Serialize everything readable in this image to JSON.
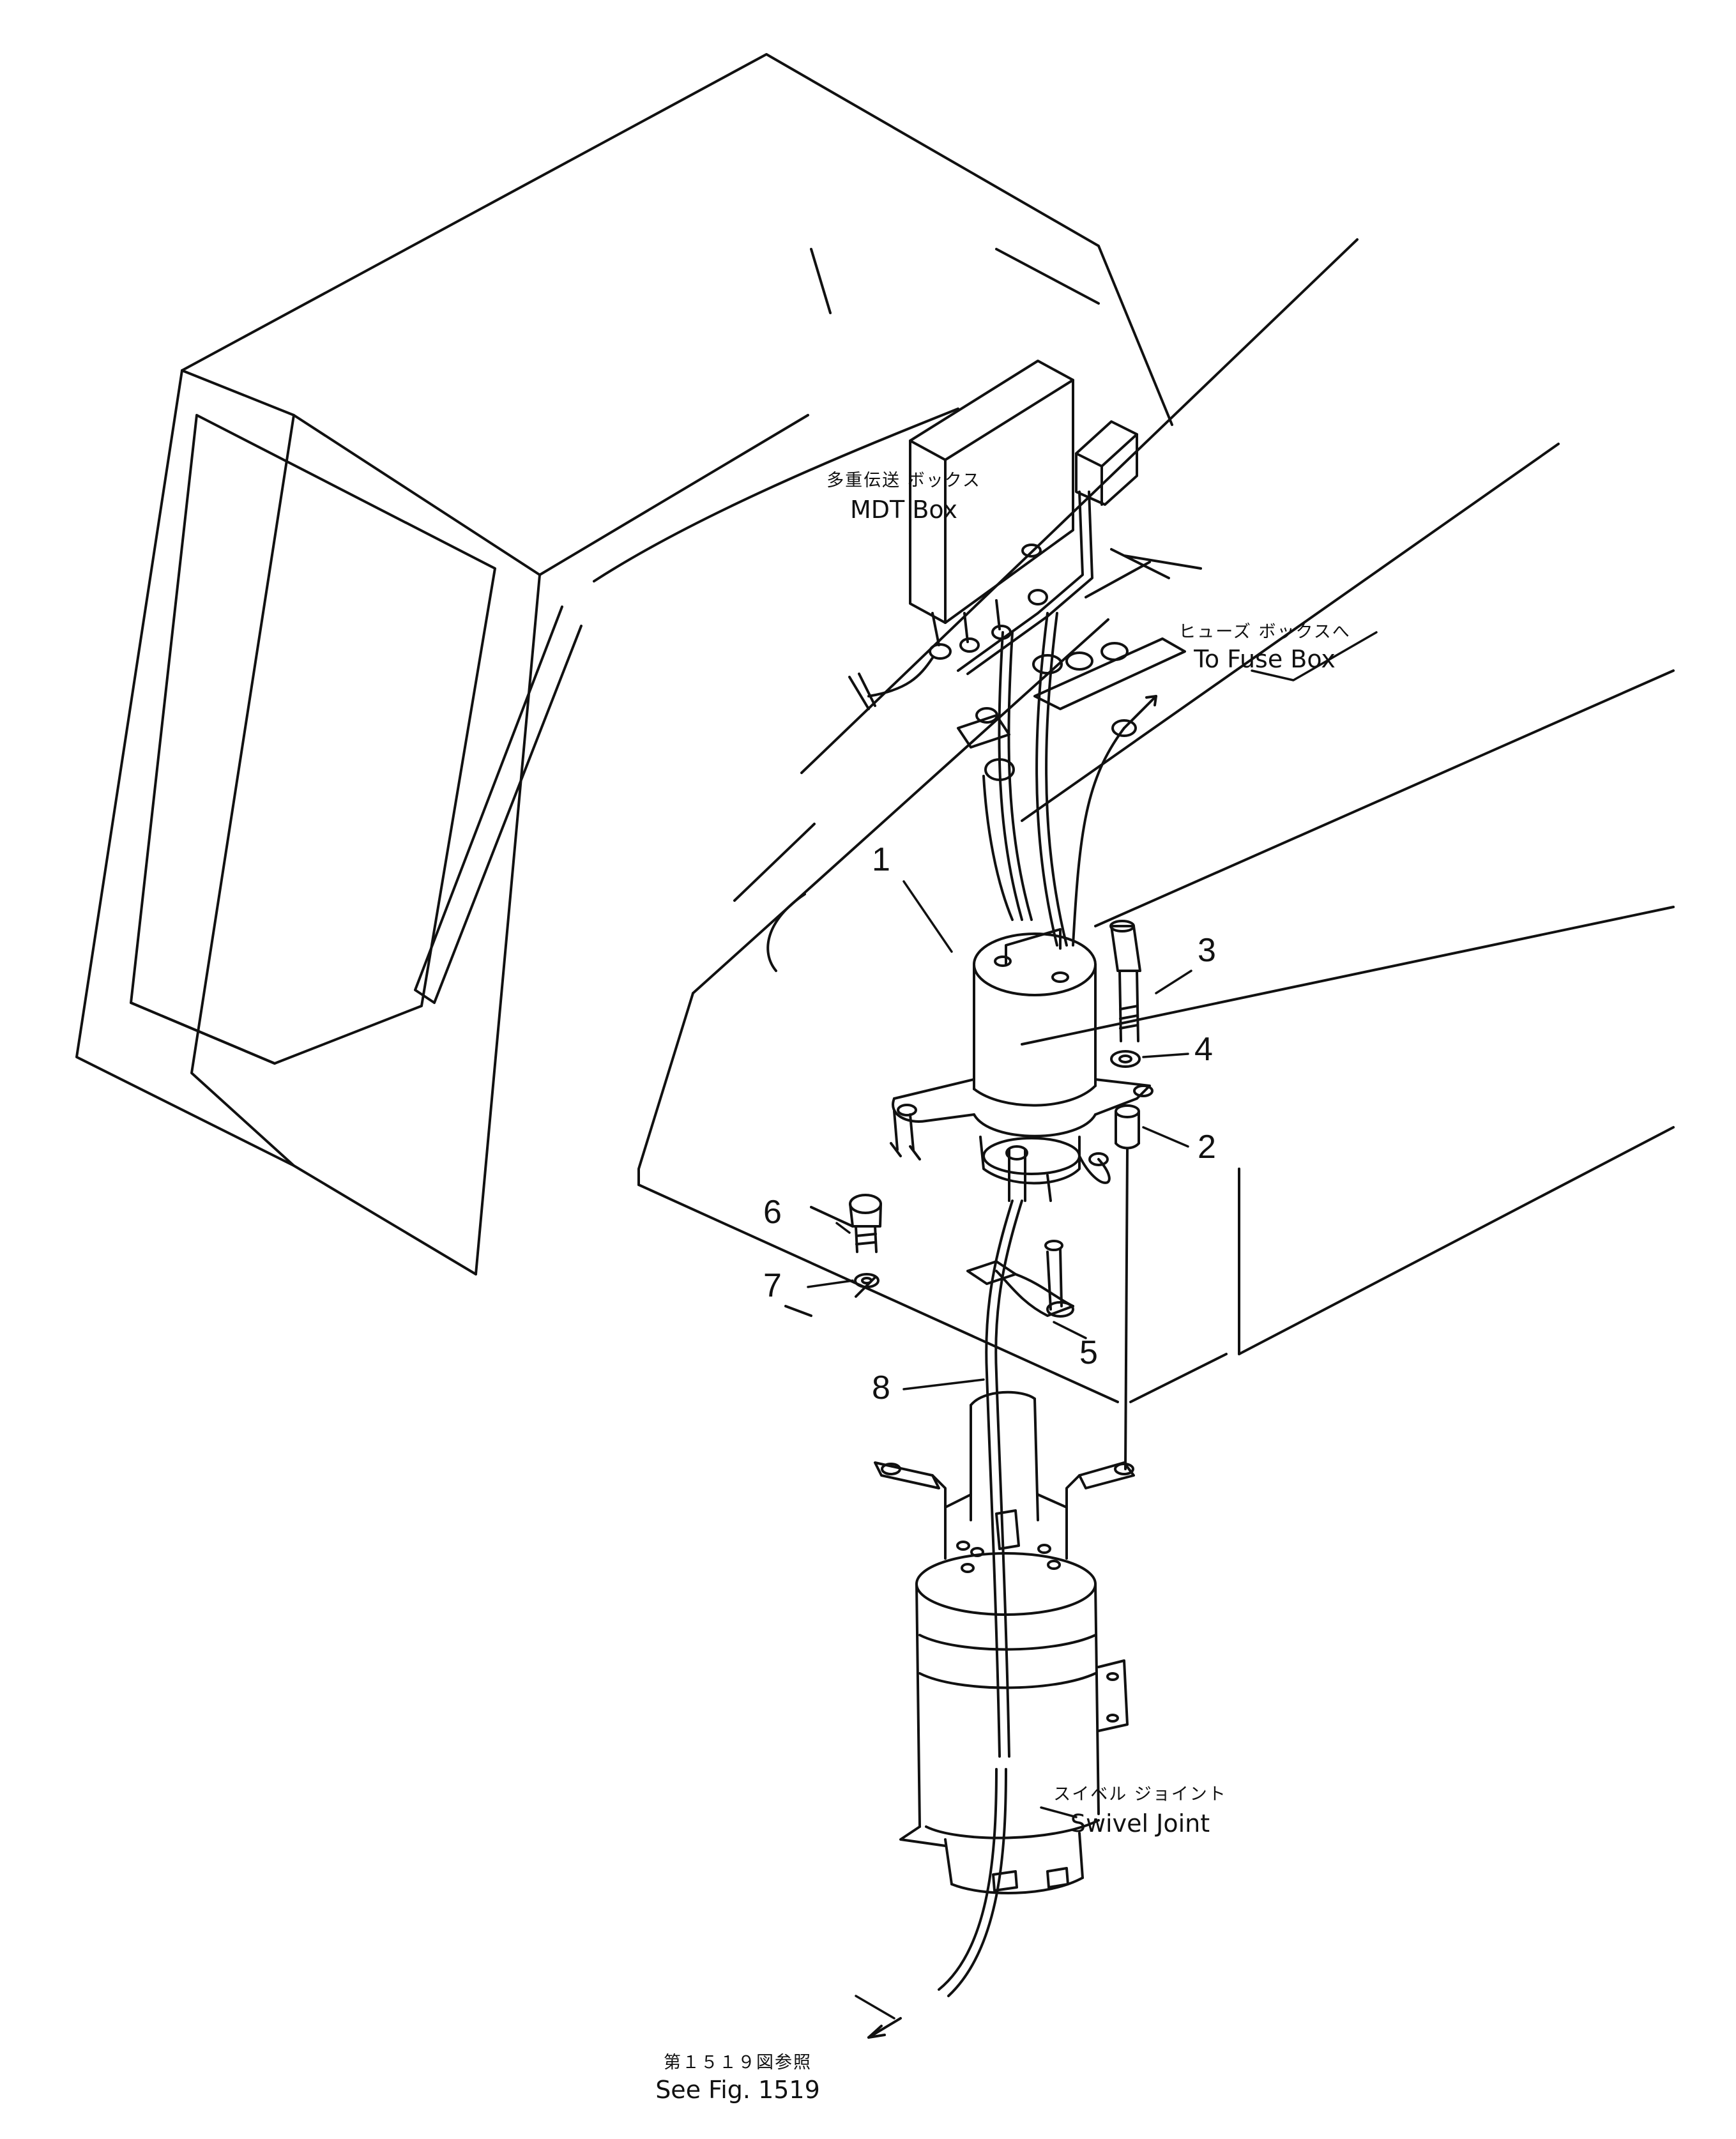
{
  "labels": {
    "mdt_box_jp": "多重伝送 ボックス",
    "mdt_box_en": "MDT Box",
    "fuse_box_jp": "ヒューズ ボックスへ",
    "fuse_box_en": "To Fuse Box",
    "swivel_joint_jp": "スイベル ジョイント",
    "swivel_joint_en": "Swivel Joint",
    "see_fig_jp": "第１５１９図参照",
    "see_fig_en": "See Fig. 1519"
  },
  "callouts": [
    "1",
    "2",
    "3",
    "4",
    "5",
    "6",
    "7",
    "8"
  ],
  "colors": {
    "line": "#111111",
    "background": "#ffffff"
  }
}
